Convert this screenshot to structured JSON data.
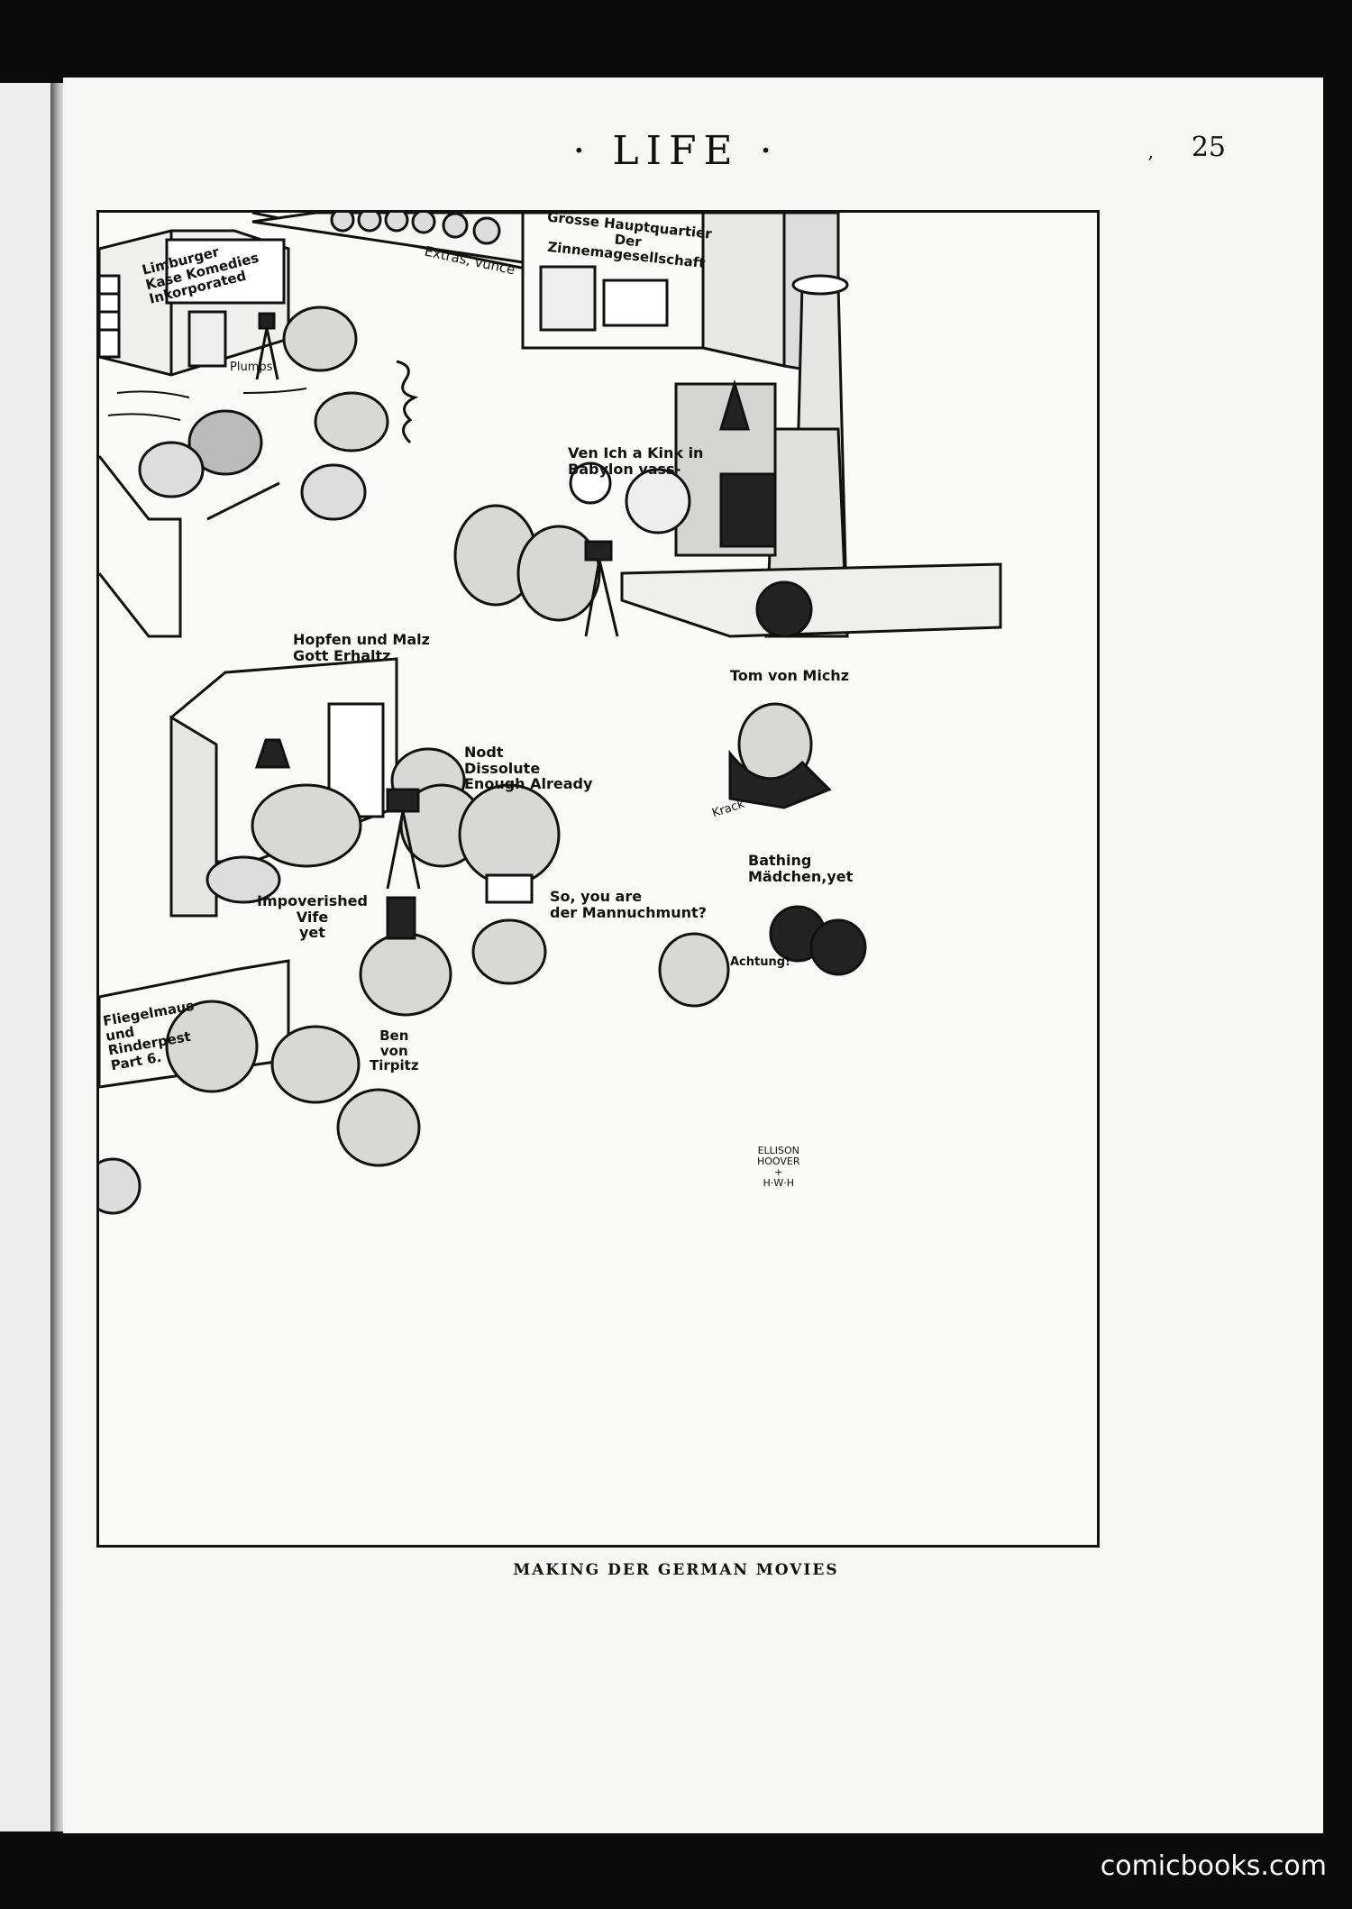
{
  "header": {
    "title": "· LIFE ·",
    "page_number": "25",
    "mark": ","
  },
  "labels": {
    "studio_sign": "Limburger\nKase Komedies\nInkorporated",
    "plumps": "Plumps!",
    "extras": "Extras, vunce",
    "hq_sign": "Grosse Hauptquartier\nDer\nZinnemagesellschaft",
    "kink": "Ven Ich a Kink in\nBabylon vass-",
    "hopfen": "Hopfen und Malz\nGott Erhaltz",
    "tom": "Tom von Michz",
    "nodt": "Nodt\nDissolute\nEnough Already",
    "krack": "Krack",
    "bathing": "Bathing\nMädchen,yet",
    "impoverished": "Impoverished\nVife\nyet",
    "mannuchmunt": "So, you are\nder Mannuchmunt?",
    "achtung": "Achtung!",
    "fliegelmaus": "Fliegelmaus\nund\nRinderpest\nPart 6.",
    "ben": "Ben\nvon\nTirpitz"
  },
  "signature": "ELLISON\nHOOVER\n+\nH·W·H",
  "caption": "MAKING DER GERMAN MOVIES",
  "watermark": "comicbooks.com"
}
